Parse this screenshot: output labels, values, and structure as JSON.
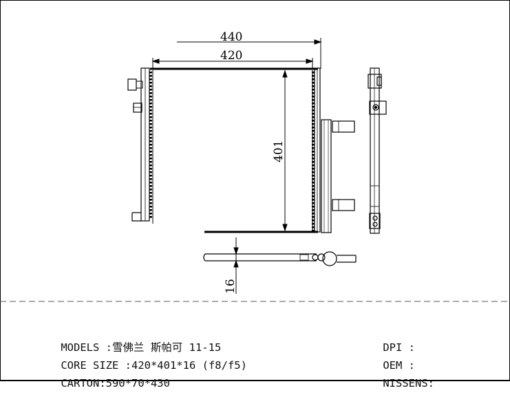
{
  "drawing": {
    "dimensions": {
      "overall_width": "440",
      "core_width": "420",
      "core_height": "401",
      "core_thickness": "16"
    }
  },
  "specs": {
    "models": {
      "label": "MODELS :",
      "value": "雪佛兰 斯帕可 11-15"
    },
    "core_size": {
      "label": "CORE SIZE :",
      "value": "420*401*16 (f8/f5)"
    },
    "carton": {
      "label": "CARTON:",
      "value": "590*70*430"
    }
  },
  "references": {
    "dpi": {
      "label": "DPI :",
      "value": ""
    },
    "oem": {
      "label": "OEM :",
      "value": ""
    },
    "nissens": {
      "label": "NISSENS:",
      "value": ""
    }
  }
}
